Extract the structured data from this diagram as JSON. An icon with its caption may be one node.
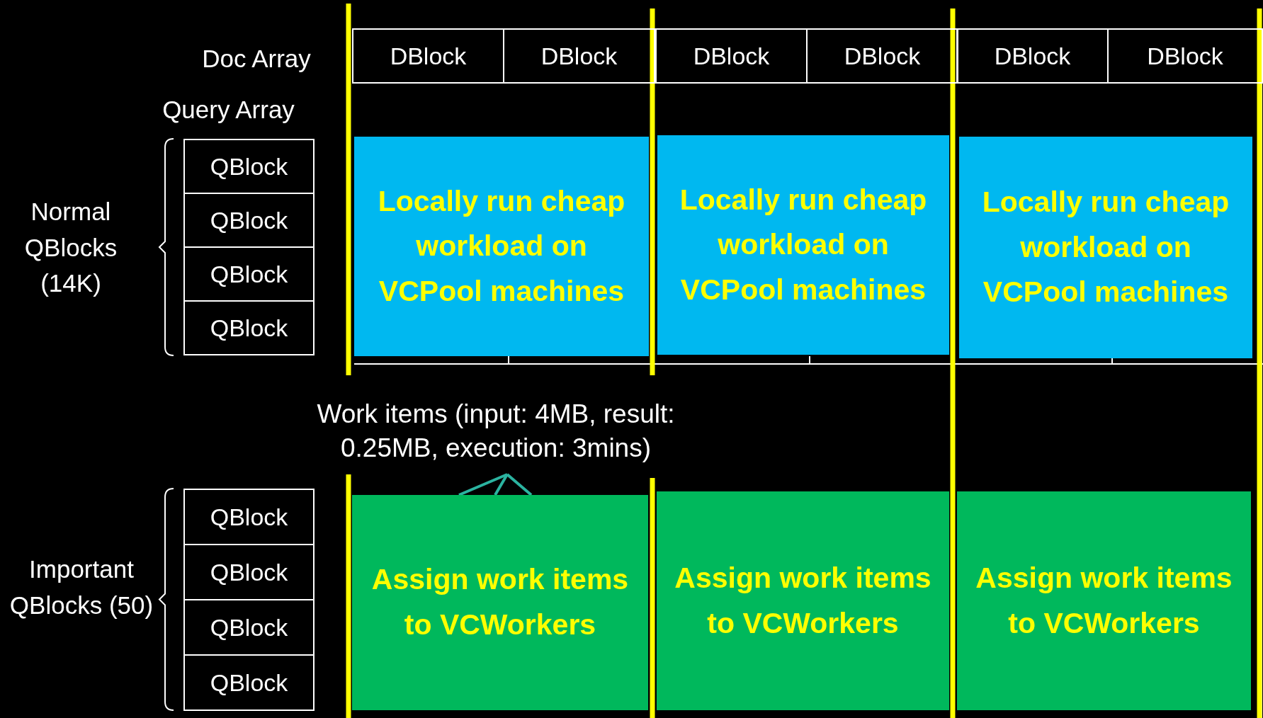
{
  "diagram": {
    "nodes": [
      {
        "text": [
          "DBlock"
        ]
      },
      {
        "text": [
          "DBlock"
        ]
      },
      {
        "text": [
          "DBlock"
        ]
      },
      {
        "text": [
          "DBlock"
        ]
      },
      {
        "text": [
          "DBlock"
        ]
      },
      {
        "text": [
          "DBlock"
        ]
      },
      {
        "text": [
          "QBlock"
        ]
      },
      {
        "text": [
          "QBlock"
        ]
      },
      {
        "text": [
          "QBlock"
        ]
      },
      {
        "text": [
          "QBlock"
        ]
      },
      {
        "text": [
          "Locally run cheap workload on VCPool machines"
        ]
      },
      {
        "text": [
          "Locally run cheap workload on VCPool machines"
        ]
      },
      {
        "text": [
          "Locally run cheap workload on VCPool machines"
        ]
      },
      {
        "text": [
          "Work items (input: 4MB, result: 0.25MB, execution: 3mins)"
        ]
      },
      {
        "text": [
          "QBlock"
        ]
      },
      {
        "text": [
          "QBlock"
        ]
      },
      {
        "text": [
          "QBlock"
        ]
      },
      {
        "text": [
          "QBlock"
        ]
      },
      {
        "text": [
          "Assign work items to VCWorkers"
        ]
      },
      {
        "text": [
          "Assign work items to VCWorkers"
        ]
      },
      {
        "text": [
          "Assign work items to VCWorkers"
        ]
      }
    ],
    "edges": [
      {
        "from": 13,
        "to": 18,
        "arrow": "none",
        "color": "#2bb3a0"
      },
      {
        "from": 13,
        "to": 18,
        "arrow": "none",
        "color": "#2bb3a0"
      },
      {
        "from": 13,
        "to": 18,
        "arrow": "none",
        "color": "#2bb3a0"
      }
    ],
    "labels": [
      "Doc Array",
      "Query Array",
      "Normal QBlocks (14K)",
      "Important QBlocks (50)"
    ]
  }
}
